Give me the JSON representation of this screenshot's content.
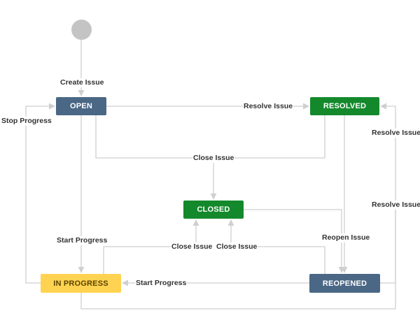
{
  "colors": {
    "edge": "#cfcfcf",
    "open": "#4a6785",
    "resolved": "#14892c",
    "closed": "#14892c",
    "in_progress": "#ffd351",
    "reopened": "#4a6785",
    "start": "#c4c4c4"
  },
  "states": {
    "open": "OPEN",
    "resolved": "RESOLVED",
    "closed": "CLOSED",
    "in_progress": "IN PROGRESS",
    "reopened": "REOPENED"
  },
  "transitions": {
    "create_issue": "Create Issue",
    "resolve_issue_open": "Resolve Issue",
    "stop_progress": "Stop Progress",
    "close_issue_top": "Close Issue",
    "resolve_issue_right_top": "Resolve Issue",
    "resolve_issue_right_bottom": "Resolve Issue",
    "start_progress_left": "Start Progress",
    "close_issue_left": "Close Issue",
    "close_issue_right": "Close Issue",
    "reopen_issue": "Reopen Issue",
    "start_progress_bottom": "Start Progress"
  }
}
